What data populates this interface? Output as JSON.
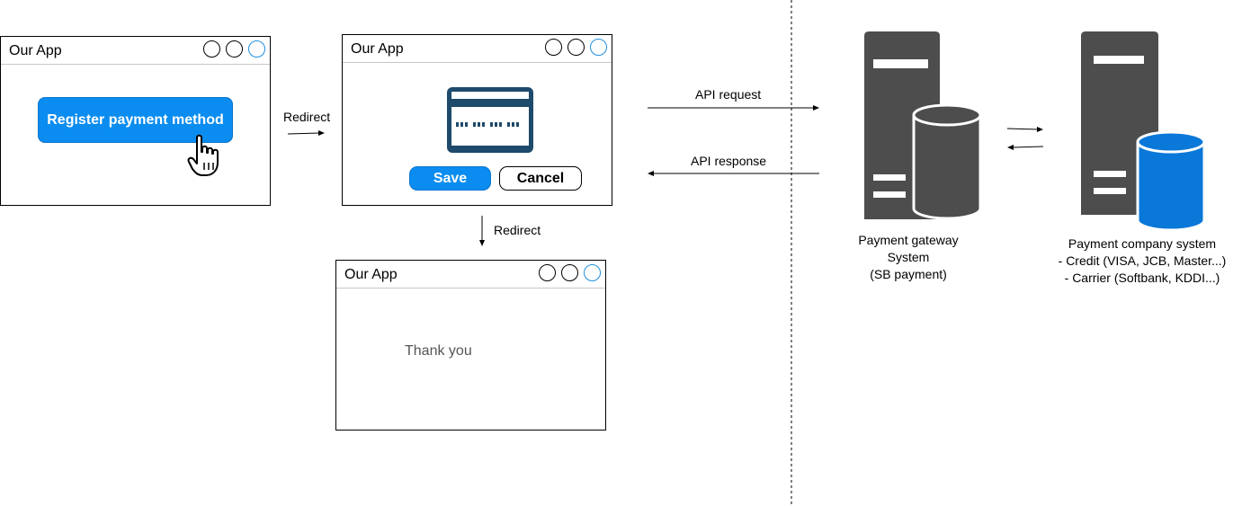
{
  "screens": {
    "register": {
      "title": "Our App",
      "button_label": "Register payment method"
    },
    "card_form": {
      "title": "Our App",
      "save_label": "Save",
      "cancel_label": "Cancel"
    },
    "thanks": {
      "title": "Our App",
      "message": "Thank you"
    }
  },
  "arrows": {
    "redirect_1": "Redirect",
    "redirect_2": "Redirect",
    "api_request": "API request",
    "api_response": "API response"
  },
  "systems": {
    "gateway": {
      "line1": "Payment gateway",
      "line2": "System",
      "line3": "(SB payment)"
    },
    "company": {
      "line1": "Payment company system",
      "line2": "- Credit (VISA, JCB, Master...)",
      "line3": "- Carrier (Softbank, KDDI...)"
    }
  },
  "colors": {
    "button_blue": "#0a8cf0",
    "server_gray": "#4d4d4d",
    "database_blue": "#0a78d8",
    "card_navy": "#1e4a6b",
    "window_control_blue": "#1f8fe0"
  },
  "icons": [
    "hand-pointer-icon",
    "credit-card-icon",
    "server-icon",
    "database-icon"
  ]
}
